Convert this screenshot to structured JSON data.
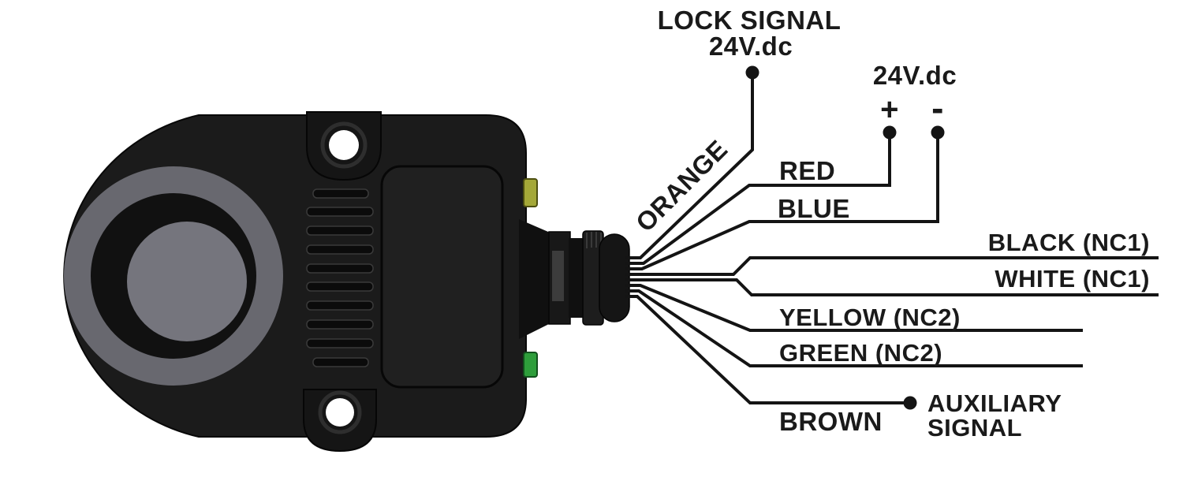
{
  "background_color": "#ffffff",
  "line_color": "#141414",
  "text_color": "#1a1a1a",
  "device": {
    "description": "black electromagnetic lock body, side view, with cable gland outlet",
    "body_color": "#1b1b1b",
    "ring_color": "#68686f",
    "core_color": "#75757d",
    "mounting_holes": 2,
    "leds": [
      {
        "name": "yellow-led",
        "color": "#a4a838"
      },
      {
        "name": "green-led",
        "color": "#2e9e3b"
      }
    ]
  },
  "terminals": {
    "lock_signal": {
      "line1": "LOCK SIGNAL",
      "line2": "24V.dc"
    },
    "power": {
      "label": "24V.dc",
      "plus": "+",
      "minus": "-"
    },
    "auxiliary": {
      "line1": "AUXILIARY",
      "line2": "SIGNAL"
    }
  },
  "wires": [
    {
      "id": "orange",
      "label": "ORANGE",
      "connects_to": "LOCK SIGNAL 24V.dc"
    },
    {
      "id": "red",
      "label": "RED",
      "connects_to": "24V.dc +"
    },
    {
      "id": "blue",
      "label": "BLUE",
      "connects_to": "24V.dc -"
    },
    {
      "id": "black",
      "label": "BLACK (NC1)"
    },
    {
      "id": "white",
      "label": "WHITE (NC1)"
    },
    {
      "id": "yellow",
      "label": "YELLOW (NC2)"
    },
    {
      "id": "green",
      "label": "GREEN (NC2)"
    },
    {
      "id": "brown",
      "label": "BROWN",
      "connects_to": "AUXILIARY SIGNAL"
    }
  ]
}
